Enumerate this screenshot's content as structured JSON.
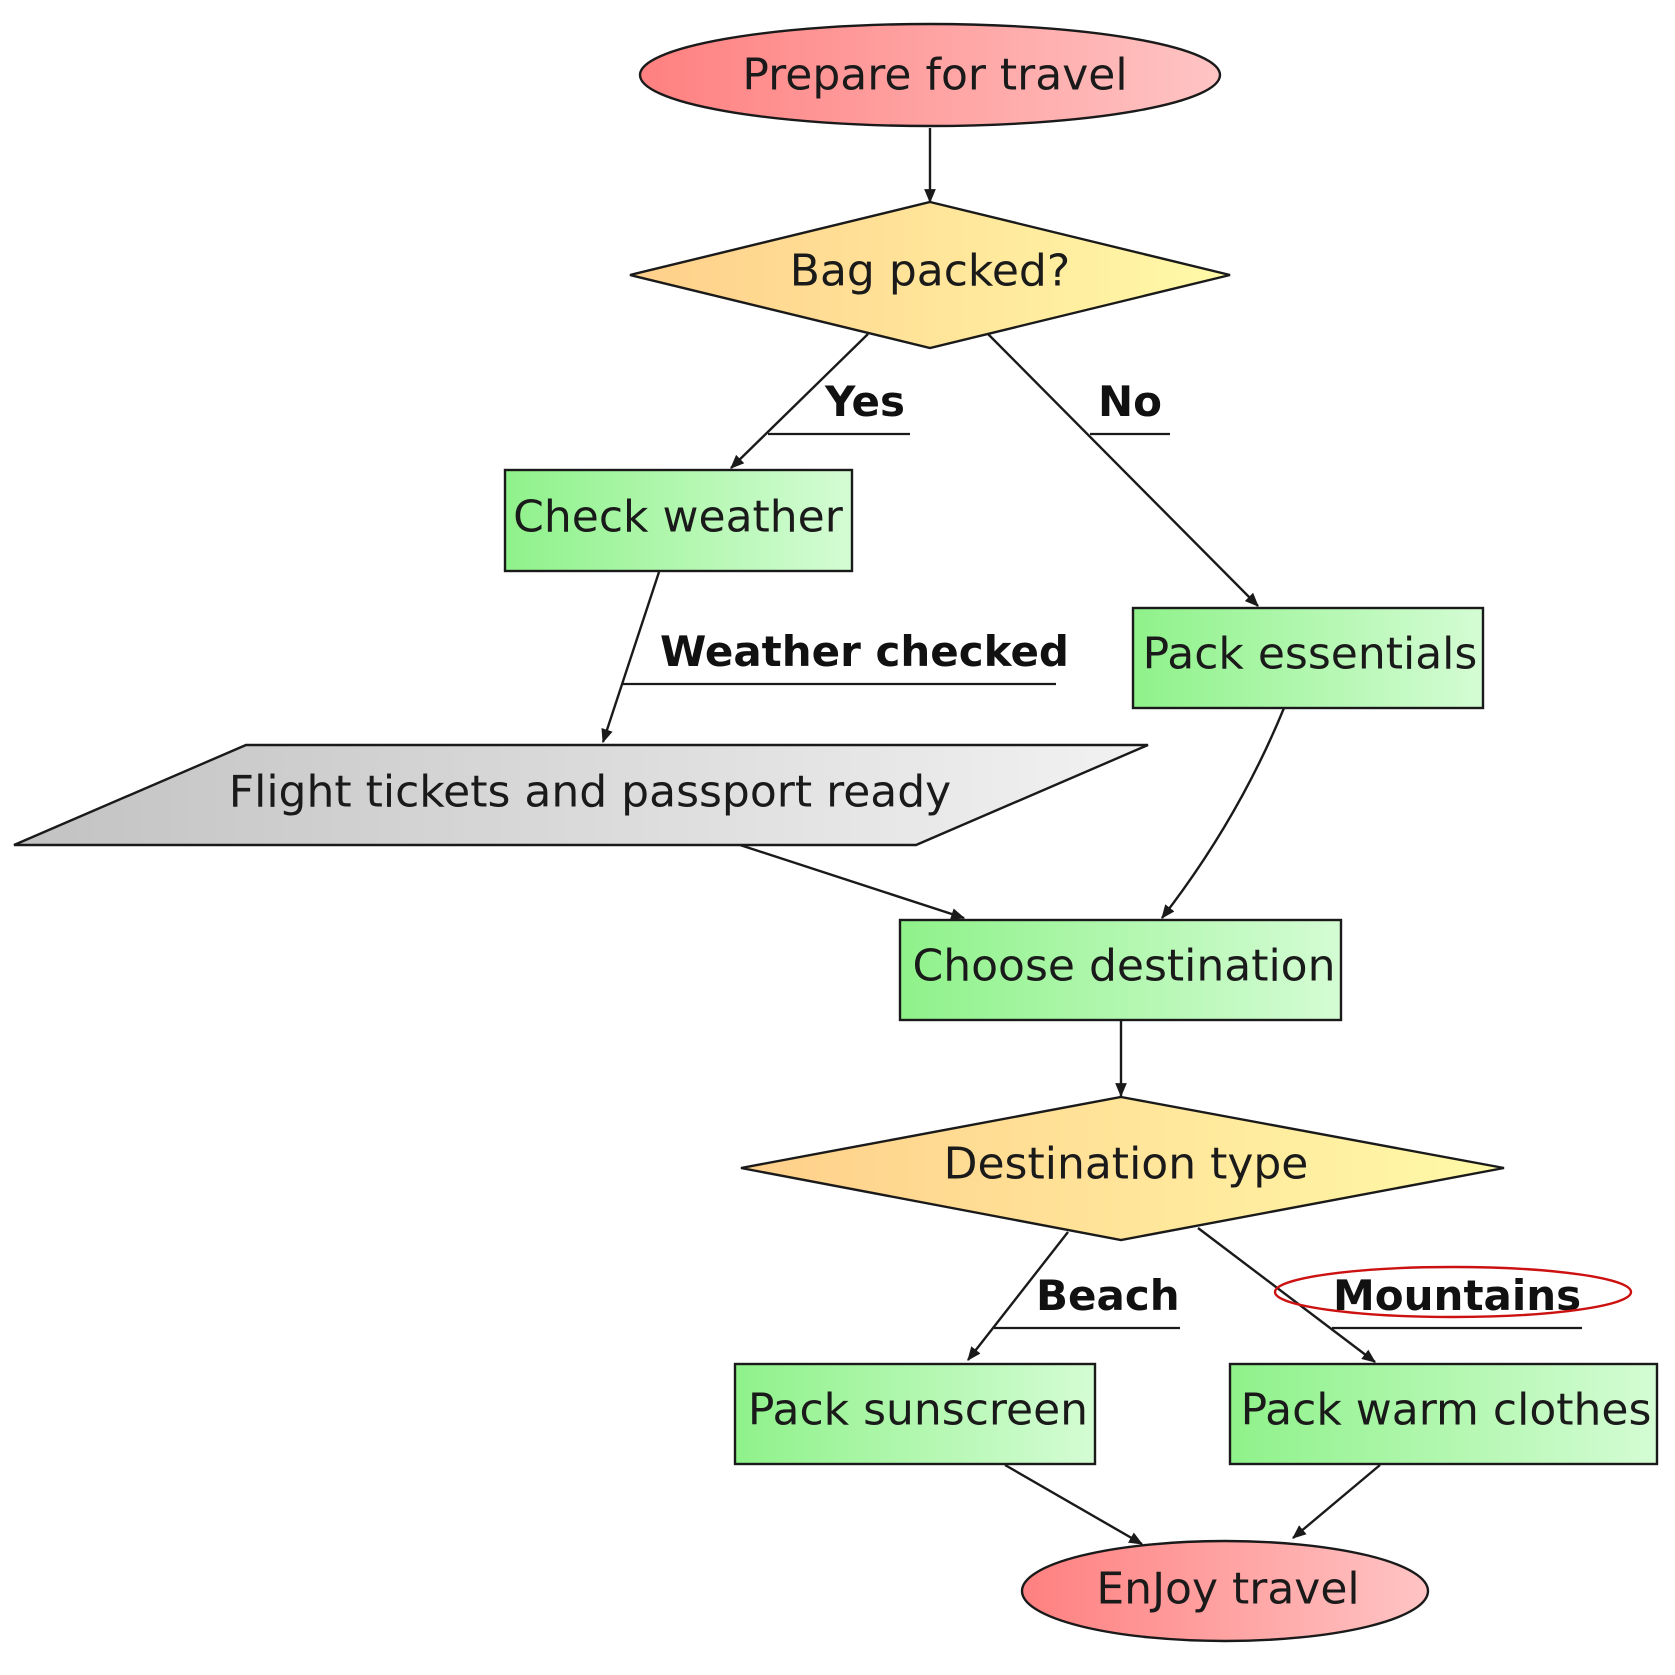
{
  "colors": {
    "terminal_start": "#ff8080",
    "terminal_end": "#ffc4c4",
    "decision_start": "#ffcf8a",
    "decision_end": "#fffaa8",
    "process_start": "#8ff28a",
    "process_end": "#d4fcd4",
    "io_start": "#c2c2c2",
    "io_end": "#f2f2f2",
    "highlight_ring": "#cc1111",
    "line": "#1a1a1a"
  },
  "nodes": {
    "start": {
      "label": "Prepare for travel",
      "shape": "terminal"
    },
    "bag_packed": {
      "label": "Bag packed?",
      "shape": "decision"
    },
    "check_weather": {
      "label": "Check weather",
      "shape": "process"
    },
    "pack_essentials": {
      "label": "Pack essentials",
      "shape": "process"
    },
    "tickets_passport": {
      "label": "Flight tickets and passport ready",
      "shape": "data"
    },
    "choose_destination": {
      "label": "Choose destination",
      "shape": "process"
    },
    "destination_type": {
      "label": "Destination type",
      "shape": "decision"
    },
    "pack_sunscreen": {
      "label": "Pack sunscreen",
      "shape": "process"
    },
    "pack_warm_clothes": {
      "label": "Pack warm clothes",
      "shape": "process"
    },
    "end": {
      "label": "EnJoy travel",
      "shape": "terminal"
    }
  },
  "edges": [
    {
      "from": "start",
      "to": "bag_packed",
      "label": ""
    },
    {
      "from": "bag_packed",
      "to": "check_weather",
      "label": "Yes"
    },
    {
      "from": "bag_packed",
      "to": "pack_essentials",
      "label": "No"
    },
    {
      "from": "check_weather",
      "to": "tickets_passport",
      "label": "Weather checked"
    },
    {
      "from": "tickets_passport",
      "to": "choose_destination",
      "label": ""
    },
    {
      "from": "pack_essentials",
      "to": "choose_destination",
      "label": ""
    },
    {
      "from": "choose_destination",
      "to": "destination_type",
      "label": ""
    },
    {
      "from": "destination_type",
      "to": "pack_sunscreen",
      "label": "Beach"
    },
    {
      "from": "destination_type",
      "to": "pack_warm_clothes",
      "label": "Mountains",
      "highlighted": true
    },
    {
      "from": "pack_sunscreen",
      "to": "end",
      "label": ""
    },
    {
      "from": "pack_warm_clothes",
      "to": "end",
      "label": ""
    }
  ]
}
